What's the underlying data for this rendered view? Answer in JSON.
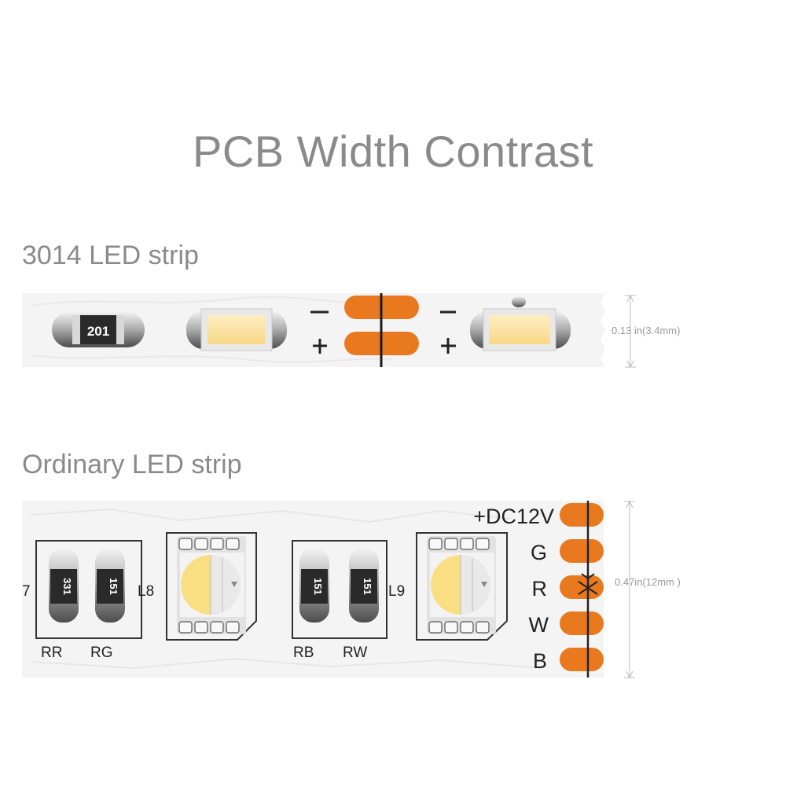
{
  "header": {
    "title": "PCB Width Contrast"
  },
  "strip_3014": {
    "label": "3014 LED strip",
    "resistor_code": "201",
    "minus_mark": "-",
    "plus_mark": "+",
    "width_label": "0.13 in(3.4mm)"
  },
  "strip_ordinary": {
    "label": "Ordinary  LED strip",
    "resistors": [
      "331",
      "151",
      "151",
      "151"
    ],
    "resistor_labels": [
      "RR",
      "RG",
      "RB",
      "RW"
    ],
    "led_labels": [
      "7",
      "L8",
      "L9"
    ],
    "pads": [
      "+DC12V",
      "G",
      "R",
      "W",
      "B"
    ],
    "width_label": "0.47in(12mm )"
  },
  "colors": {
    "title_gray": "#8a8a8a",
    "pcb_white": "#f4f4f4",
    "copper_orange": "#e8791f",
    "led_warm": "#fbe3a2",
    "component_dark": "#2a2a2a"
  }
}
